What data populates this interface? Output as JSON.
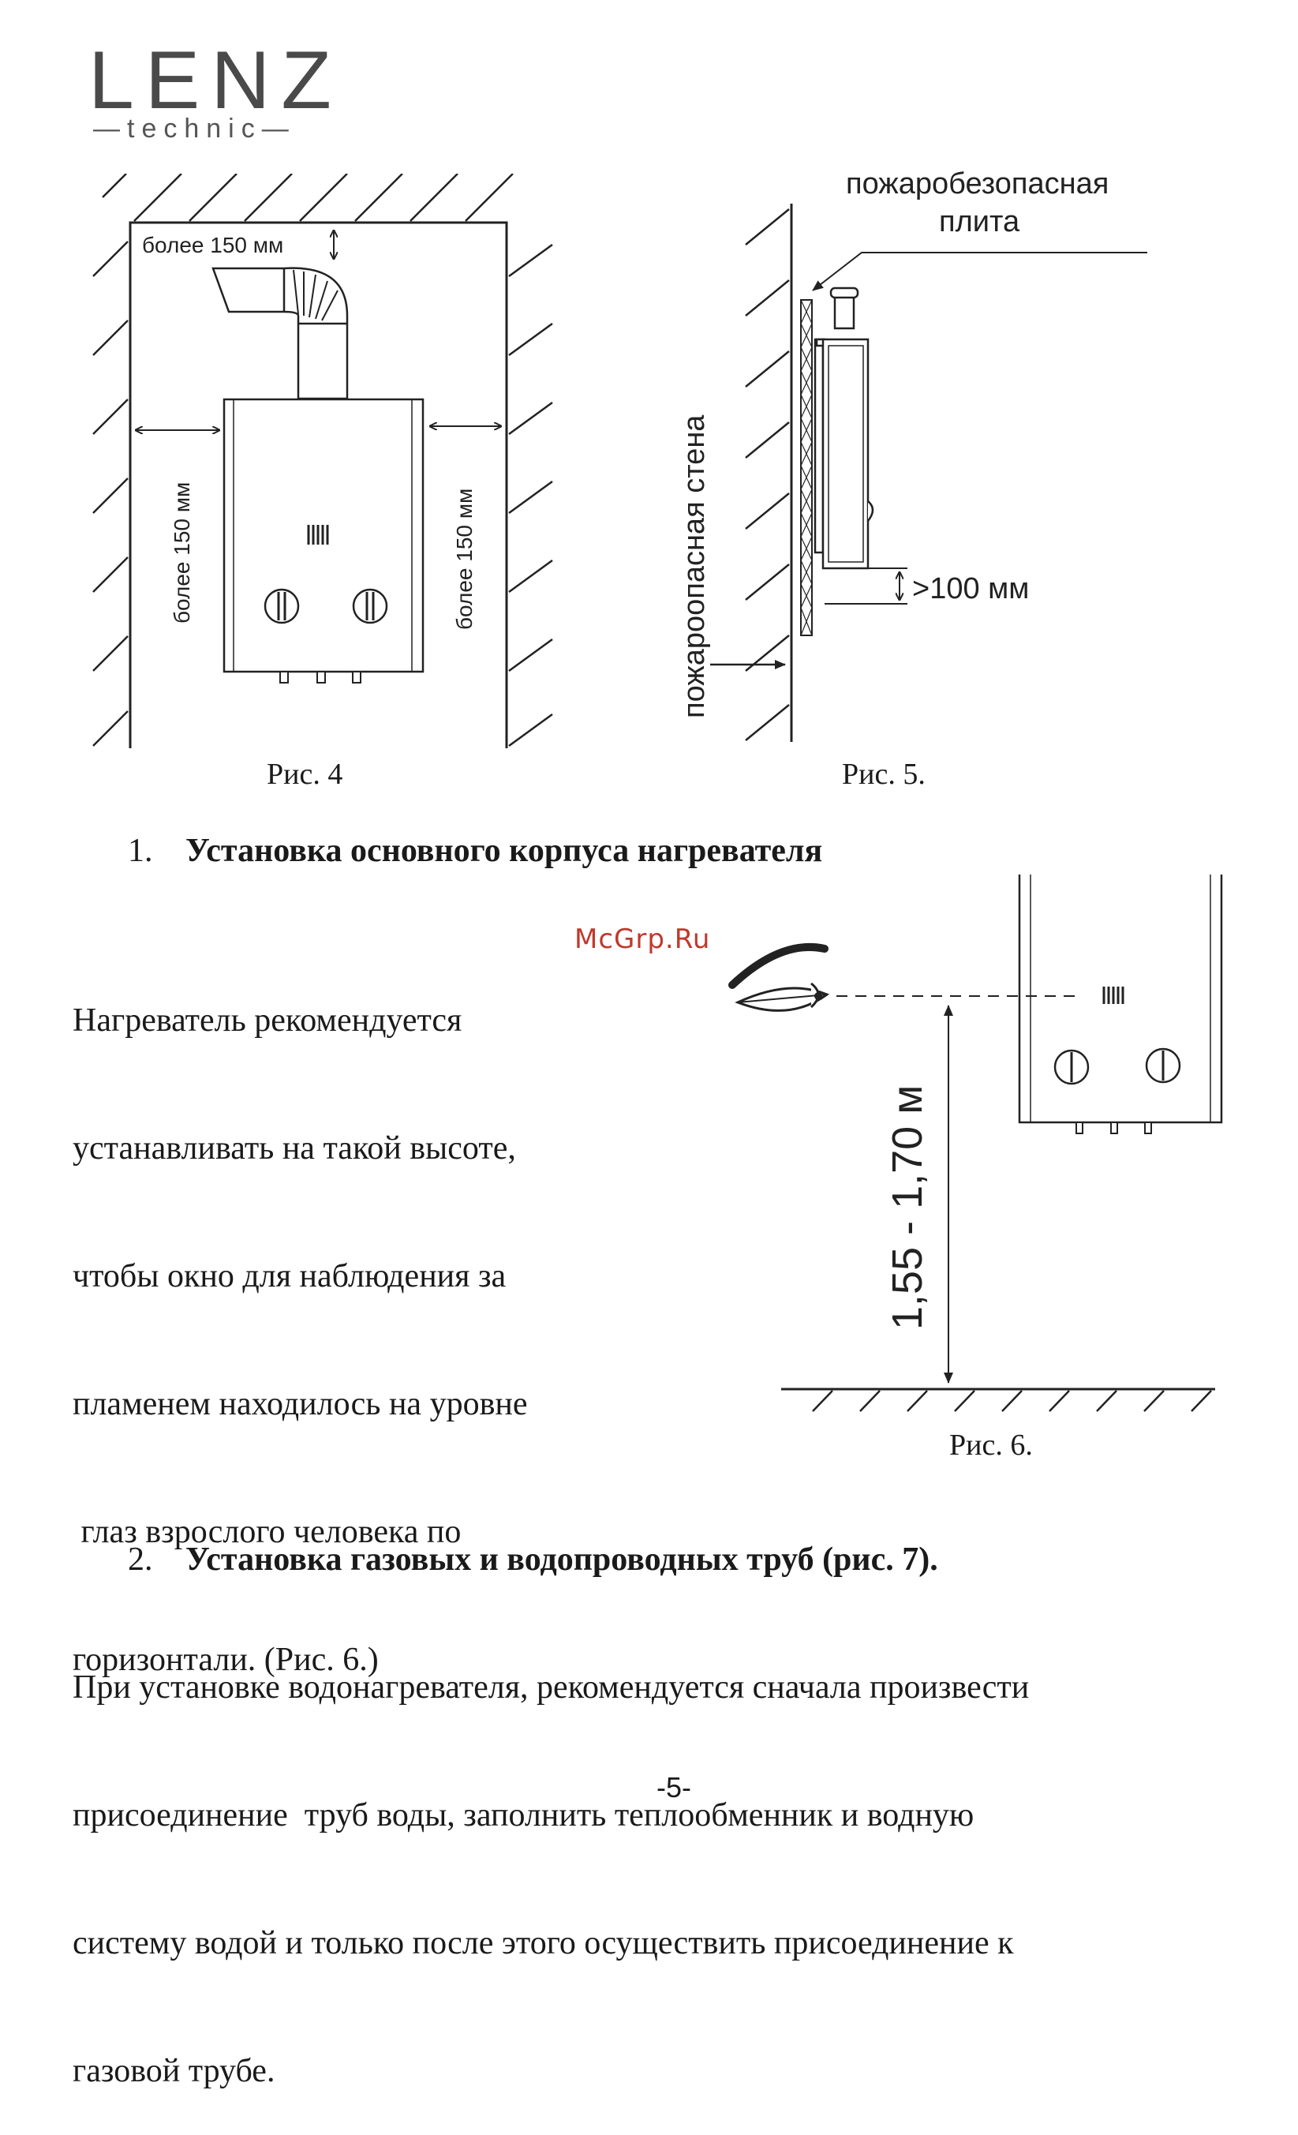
{
  "logo": {
    "brand": "LENZ",
    "sub": "—technic—"
  },
  "fig4": {
    "top_label": "более 150 мм",
    "left_label": "более 150 мм",
    "right_label": "более 150 мм",
    "caption": "Рис. 4"
  },
  "fig5": {
    "plate_label_1": "пожаробезопасная",
    "plate_label_2": "плита",
    "wall_label": "пожароопасная  стена",
    "gap_label": ">100 мм",
    "caption": "Рис. 5."
  },
  "section1": {
    "number": "1.",
    "title": "Установка основного корпуса нагревателя",
    "lines": [
      "Нагреватель рекомендуется",
      "устанавливать на такой высоте,",
      "чтобы окно для наблюдения за",
      "пламенем находилось на уровне",
      " глаз взрослого человека по",
      "горизонтали. (Рис. 6.)"
    ]
  },
  "watermark": "McGrp.Ru",
  "fig6": {
    "height_label": "1,55 - 1,70 м",
    "caption": "Рис. 6."
  },
  "section2": {
    "number": "2.",
    "title": "Установка газовых и водопроводных труб (рис. 7).",
    "lines": [
      "При установке водонагревателя, рекомендуется сначала произвести",
      "присоединение  труб воды, заполнить теплообменник и водную",
      "систему водой и только после этого осуществить присоединение к",
      "газовой трубе."
    ]
  },
  "page_number": "-5-"
}
